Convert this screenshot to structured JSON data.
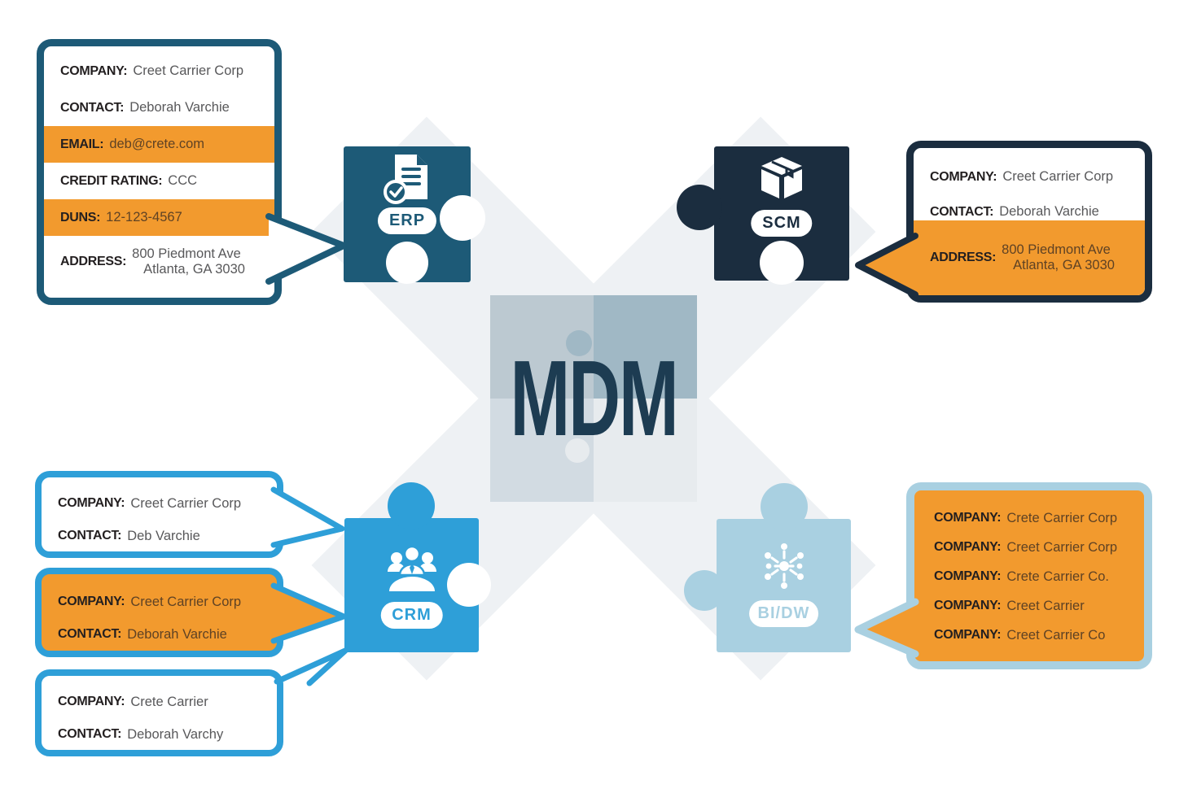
{
  "center": {
    "label": "MDM"
  },
  "colors": {
    "teal": "#1d5a77",
    "navy": "#1b2d3f",
    "blue": "#2e9fd8",
    "light_blue": "#a9d0e1",
    "orange": "#f29a2e",
    "beam": "#eef1f4",
    "mdm_text": "#1d3c52"
  },
  "pieces": {
    "erp": {
      "label": "ERP",
      "icon": "document-check-icon"
    },
    "scm": {
      "label": "SCM",
      "icon": "package-icon"
    },
    "crm": {
      "label": "CRM",
      "icon": "people-group-icon"
    },
    "bidw": {
      "label": "BI/DW",
      "icon": "hub-network-icon"
    }
  },
  "bubbles": {
    "erp": {
      "rows": [
        {
          "label": "COMPANY:",
          "value": "Creet Carrier Corp"
        },
        {
          "label": "CONTACT:",
          "value": "Deborah Varchie"
        },
        {
          "label": "EMAIL:",
          "value": "deb@crete.com",
          "highlight": true
        },
        {
          "label": "CREDIT RATING:",
          "value": "CCC"
        },
        {
          "label": "DUNS:",
          "value": "12-123-4567",
          "highlight": true
        },
        {
          "label": "ADDRESS:",
          "value": "800 Piedmont Ave",
          "value2": "Atlanta, GA 3030"
        }
      ]
    },
    "scm": {
      "rows": [
        {
          "label": "COMPANY:",
          "value": "Creet Carrier Corp"
        },
        {
          "label": "CONTACT:",
          "value": "Deborah Varchie"
        },
        {
          "label": "ADDRESS:",
          "value": "800 Piedmont Ave",
          "value2": "Atlanta, GA 3030",
          "highlight": true
        }
      ]
    },
    "crm1": {
      "rows": [
        {
          "label": "COMPANY:",
          "value": "Creet Carrier Corp"
        },
        {
          "label": "CONTACT:",
          "value": "Deb Varchie"
        }
      ]
    },
    "crm2": {
      "rows": [
        {
          "label": "COMPANY:",
          "value": "Creet Carrier Corp"
        },
        {
          "label": "CONTACT:",
          "value": "Deborah Varchie"
        }
      ],
      "highlight": true
    },
    "crm3": {
      "rows": [
        {
          "label": "COMPANY:",
          "value": "Crete Carrier"
        },
        {
          "label": "CONTACT:",
          "value": "Deborah Varchy"
        }
      ]
    },
    "bidw": {
      "rows": [
        {
          "label": "COMPANY:",
          "value": "Crete Carrier Corp"
        },
        {
          "label": "COMPANY:",
          "value": "Creet Carrier Corp"
        },
        {
          "label": "COMPANY:",
          "value": "Crete Carrier Co."
        },
        {
          "label": "COMPANY:",
          "value": "Creet Carrier"
        },
        {
          "label": "COMPANY:",
          "value": "Creet Carrier Co"
        }
      ],
      "highlight": true
    }
  }
}
